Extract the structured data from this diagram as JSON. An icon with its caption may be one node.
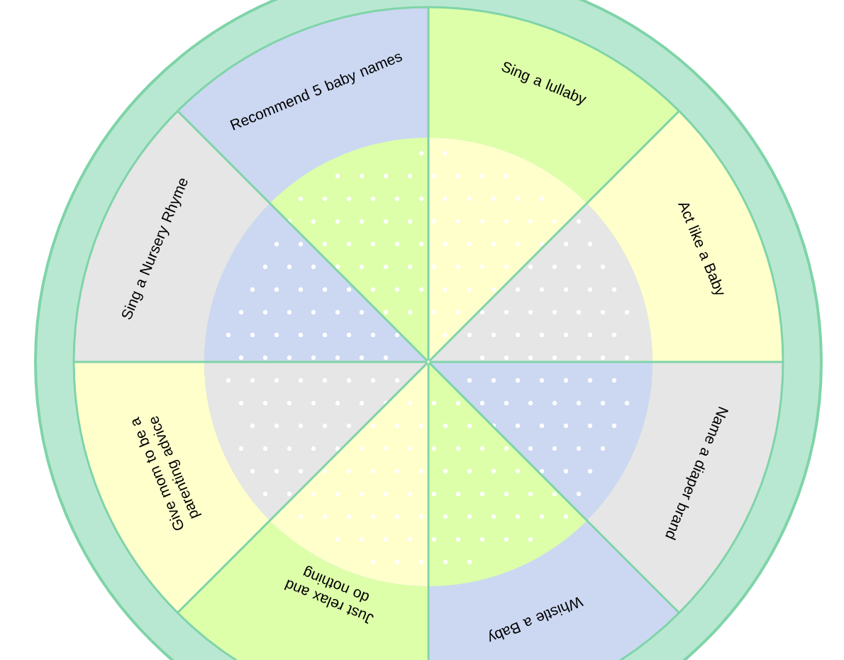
{
  "diagram": {
    "nodes": [
      {
        "text": [
          "Recommend 5 baby names"
        ]
      },
      {
        "text": [
          "Sing a lullaby"
        ]
      },
      {
        "text": [
          "Act like a Baby"
        ]
      },
      {
        "text": [
          "Name a diaper brand"
        ]
      },
      {
        "text": [
          "Whistle a Baby"
        ]
      },
      {
        "text": [
          "Just relax and do nothing"
        ]
      },
      {
        "text": [
          "Give mom to be a parenting advice"
        ]
      },
      {
        "text": [
          "Sing a Nursery Rhyme"
        ]
      }
    ]
  }
}
